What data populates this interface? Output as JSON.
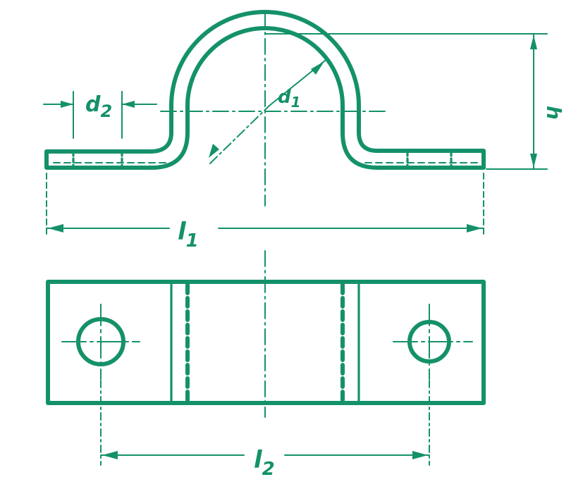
{
  "colors": {
    "ink": "#14916a",
    "paper": "#ffffff"
  },
  "labels": {
    "d2": {
      "main": "d",
      "sub": "2"
    },
    "d1": {
      "main": "d",
      "sub": "1"
    },
    "h": "h",
    "l1": {
      "main": "l",
      "sub": "1"
    },
    "l2": {
      "main": "l",
      "sub": "2"
    }
  }
}
